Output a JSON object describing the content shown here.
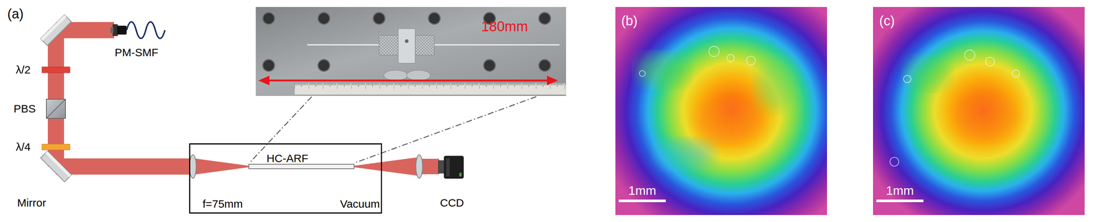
{
  "diagram": {
    "nodes": [
      {
        "text": [
          "180mm"
        ]
      },
      {
        "text": [
          "HC-ARF",
          "f=75mm",
          "Vacuum"
        ]
      },
      {
        "text": [
          "(b)",
          "1mm"
        ]
      },
      {
        "text": [
          "(c)",
          "1mm"
        ]
      }
    ],
    "labels": [
      "(a)",
      "PM-SMF",
      "λ/2",
      "PBS",
      "λ/4",
      "Mirror",
      "CCD"
    ]
  }
}
